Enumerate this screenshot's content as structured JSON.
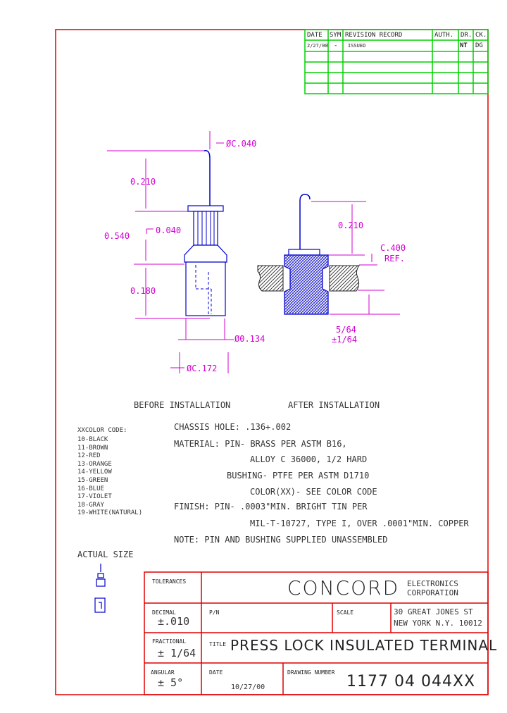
{
  "revision": {
    "headers": [
      "DATE",
      "SYM",
      "REVISION RECORD",
      "AUTH.",
      "DR.",
      "CK."
    ],
    "rows": [
      [
        "2/27/00",
        "-",
        "ISSUED",
        "",
        "NT",
        "DG"
      ]
    ]
  },
  "dims": {
    "pin_dia": "ØC.040",
    "h_210": "0.210",
    "h_040": "0.040",
    "h_540": "0.540",
    "h_180": "0.180",
    "dia_134": "Ø0.134",
    "dia_172": "ØC.172",
    "after_210": "0.210",
    "ref_400": "C.400",
    "ref_text": "REF.",
    "frac_a": "5/64",
    "frac_b": "±1/64"
  },
  "captions": {
    "before": "BEFORE INSTALLATION",
    "after": "AFTER INSTALLATION"
  },
  "colors": {
    "title": "XXCOLOR CODE:",
    "items": [
      "10-BLACK",
      "11-BROWN",
      "12-RED",
      "13-ORANGE",
      "14-YELLOW",
      "15-GREEN",
      "16-BLUE",
      "17-VIOLET",
      "18-GRAY",
      "19-WHITE(NATURAL)"
    ]
  },
  "notes": {
    "l1": "CHASSIS HOLE: .136+.002",
    "l2": "MATERIAL: PIN- BRASS PER ASTM B16,",
    "l3": "ALLOY C 36000, 1/2 HARD",
    "l4": "BUSHING- PTFE PER ASTM D1710",
    "l5": "COLOR(XX)- SEE COLOR CODE",
    "l6": "FINISH: PIN- .0003\"MIN. BRIGHT TIN PER",
    "l7": "MIL-T-10727, TYPE I, OVER .0001\"MIN. COPPER",
    "l8": "NOTE: PIN AND BUSHING SUPPLIED UNASSEMBLED"
  },
  "actual_size": "ACTUAL SIZE",
  "title_block": {
    "tolerances": "TOLERANCES",
    "company": "CONCORD",
    "company_sub1": "ELECTRONICS",
    "company_sub2": "CORPORATION",
    "decimal_label": "DECIMAL",
    "decimal_val": "±.010",
    "pn_label": "P/N",
    "scale_label": "SCALE",
    "address1": "30 GREAT JONES ST",
    "address2": "NEW YORK N.Y. 10012",
    "fractional_label": "FRACTIONAL",
    "fractional_val": "± 1/64",
    "title_label": "TITLE",
    "title_val": "PRESS LOCK INSULATED TERMINAL",
    "angular_label": "ANGULAR",
    "angular_val": "± 5°",
    "date_label": "DATE",
    "date_val": "10/27/00",
    "drawing_label": "DRAWING NUMBER",
    "drawing_val": "1177 04 044XX"
  }
}
